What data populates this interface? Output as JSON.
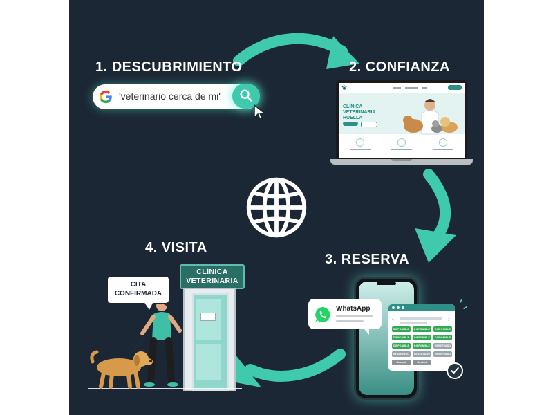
{
  "steps": {
    "s1": "1. DESCUBRIMIENTO",
    "s2": "2. CONFIANZA",
    "s3": "3. RESERVA",
    "s4": "4. VISITA"
  },
  "search": {
    "query": "'veterinario cerca de mi'"
  },
  "website": {
    "hero_title": "CLÍNICA VETERINARIA HUELLA"
  },
  "whatsapp": {
    "label": "WhatsApp"
  },
  "calendar": {
    "slots": [
      [
        "DISPONIBLE",
        "DISPONIBLE",
        "DISPONIBLE"
      ],
      [
        "DISPONIBLE",
        "DISPONIBLE",
        "DISPONIBLE"
      ],
      [
        "DISPONIBLE",
        "DISPONIBLE",
        "RESERVADO"
      ],
      [
        "RESERVADO",
        "RESERVADO",
        "RESERVADO"
      ],
      [
        "Booked",
        "Booked"
      ]
    ]
  },
  "clinic": {
    "sign_line1": "CLÍNICA",
    "sign_line2": "VETERINARIA"
  },
  "bubble": {
    "line1": "CITA",
    "line2": "CONFIRMADA"
  },
  "colors": {
    "background": "#1c2735",
    "accent": "#3fc9ad",
    "available": "#34a853",
    "reserved": "#9aa3a9"
  },
  "icons": [
    "google-logo-icon",
    "search-icon",
    "cursor-icon",
    "globe-icon",
    "whatsapp-icon",
    "check-icon",
    "dog-icon",
    "person-icon",
    "arrow-icon"
  ]
}
